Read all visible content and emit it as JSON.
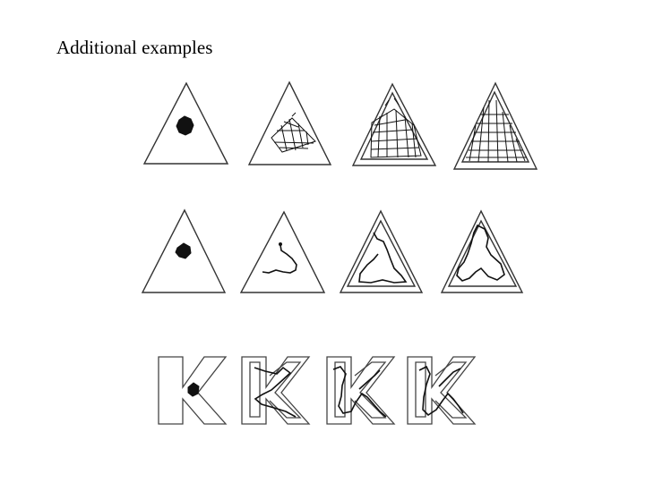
{
  "slide": {
    "title": "Additional examples"
  },
  "figure": {
    "rows": [
      {
        "shape": "triangle",
        "fill": "grid-lines",
        "panels": 4
      },
      {
        "shape": "triangle",
        "fill": "scribble-path",
        "panels": 4
      },
      {
        "shape": "letter-k",
        "fill": "scribble-path",
        "panels": 4
      }
    ],
    "colors": {
      "ink": "#111111",
      "outline": "#333333"
    }
  }
}
